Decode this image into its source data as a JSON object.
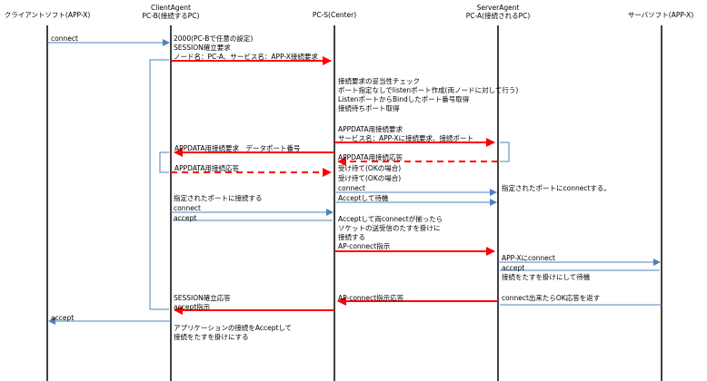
{
  "participants": [
    {
      "id": "client",
      "line1": "",
      "line2": "クライアントソフト(APP-X)"
    },
    {
      "id": "clientagent",
      "line1": "ClientAgent",
      "line2": "PC-B(接続するPC)"
    },
    {
      "id": "center",
      "line1": "",
      "line2": "PC-S(Center)"
    },
    {
      "id": "serveragent",
      "line1": "ServerAgent",
      "line2": "PC-A(接続されるPC)"
    },
    {
      "id": "server",
      "line1": "",
      "line2": "サーバソフト(APP-X)"
    }
  ],
  "labels": {
    "connect_1": "connect",
    "setup_1": "2000(PC-Bで任意の設定)",
    "setup_2": "SESSION確立要求",
    "setup_3": "ノード名：PC-A、サービス名：APP-X接続要求",
    "check_1": "接続要求の妥当性チェック",
    "check_2": "ポート指定なしでlistenポート作成(両ノードに対して行う)",
    "check_3": "ListenポートからBindしたポート番号取得",
    "check_4": "接続待ちポート取得",
    "appdata_req_1": "APPDATA用接続要求",
    "appdata_req_2": "サービス名：APP-Xに接続要求、接続ポート",
    "appdata_req_b": "APPDATA用接続要求　データポート番号",
    "appdata_resp_a": "APPDATA用接続応答",
    "appdata_resp_b": "APPDATA用接続応答",
    "wait_1": "受け待て(OKの場合)",
    "wait_2": "受け待て(OKの場合)",
    "connect_s": "connect",
    "accept_wait": "Acceptして待機",
    "connect_port_a": "指定されたポートにconnectする。",
    "connect_port_b": "指定されたポートに接続する",
    "connect_b": "connect",
    "accept_b": "accept",
    "accept_note_1": "Acceptして両connectが揃ったら",
    "accept_note_2": "ソケットの送受信のたすを掛けに",
    "accept_note_3": "接続する",
    "ap_connect": "AP-connect指示",
    "to_appx": "APP-Xにconnect",
    "accept_a": "accept",
    "hold_a": "接続をたすを掛けにして待機",
    "ok_reply": "connect出来たらOK応答を返す",
    "session_resp": "SESSION確立応答",
    "accept_instr": "accept指示",
    "ap_connect_resp": "AP-connect指示応答",
    "accept_client": "accept",
    "final_1": "アプリケーションの接続をAcceptして",
    "final_2": "接続をたすを掛けにする"
  },
  "colors": {
    "blue_arrow": "#4f81bd",
    "red_arrow": "#ff0000",
    "lifeline": "#000000"
  }
}
